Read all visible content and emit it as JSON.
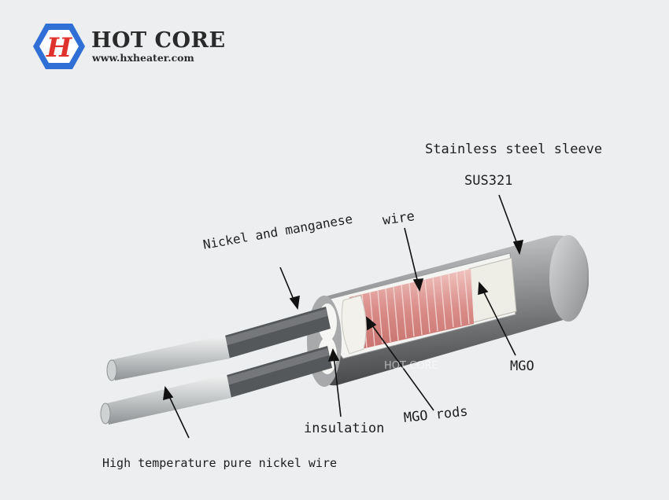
{
  "brand": {
    "logo_letter": "H",
    "name": "HOT CORE",
    "url": "www.hxheater.com"
  },
  "labels": {
    "sleeve_line1": "Stainless steel sleeve",
    "sleeve_line2": "SUS321",
    "wire": "wire",
    "nickel_manganese": "Nickel and manganese",
    "mgo": "MGO",
    "insulation": "insulation",
    "mgo_rods": "MGO rods",
    "nickel_wire": "High temperature pure nickel wire"
  },
  "watermark": "HOT CORE",
  "colors": {
    "logo_blue": "#2f6fd6",
    "logo_red": "#e0322c",
    "coil": "#d98c88",
    "sleeve": "#a6a8aa"
  }
}
